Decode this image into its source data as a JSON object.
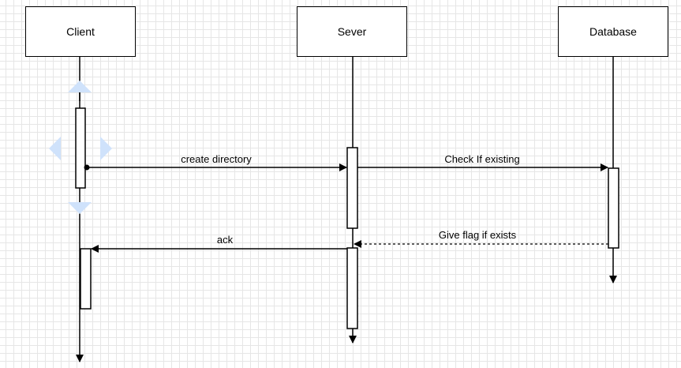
{
  "participants": {
    "client": "Client",
    "server": "Sever",
    "database": "Database"
  },
  "messages": {
    "create_directory": "create directory",
    "check_if_existing": "Check If existing",
    "give_flag": "Give flag if exists",
    "ack": "ack"
  },
  "colors": {
    "line": "#000000",
    "grid": "#e6e6e6",
    "selection_handle": "#cfe2fb"
  }
}
